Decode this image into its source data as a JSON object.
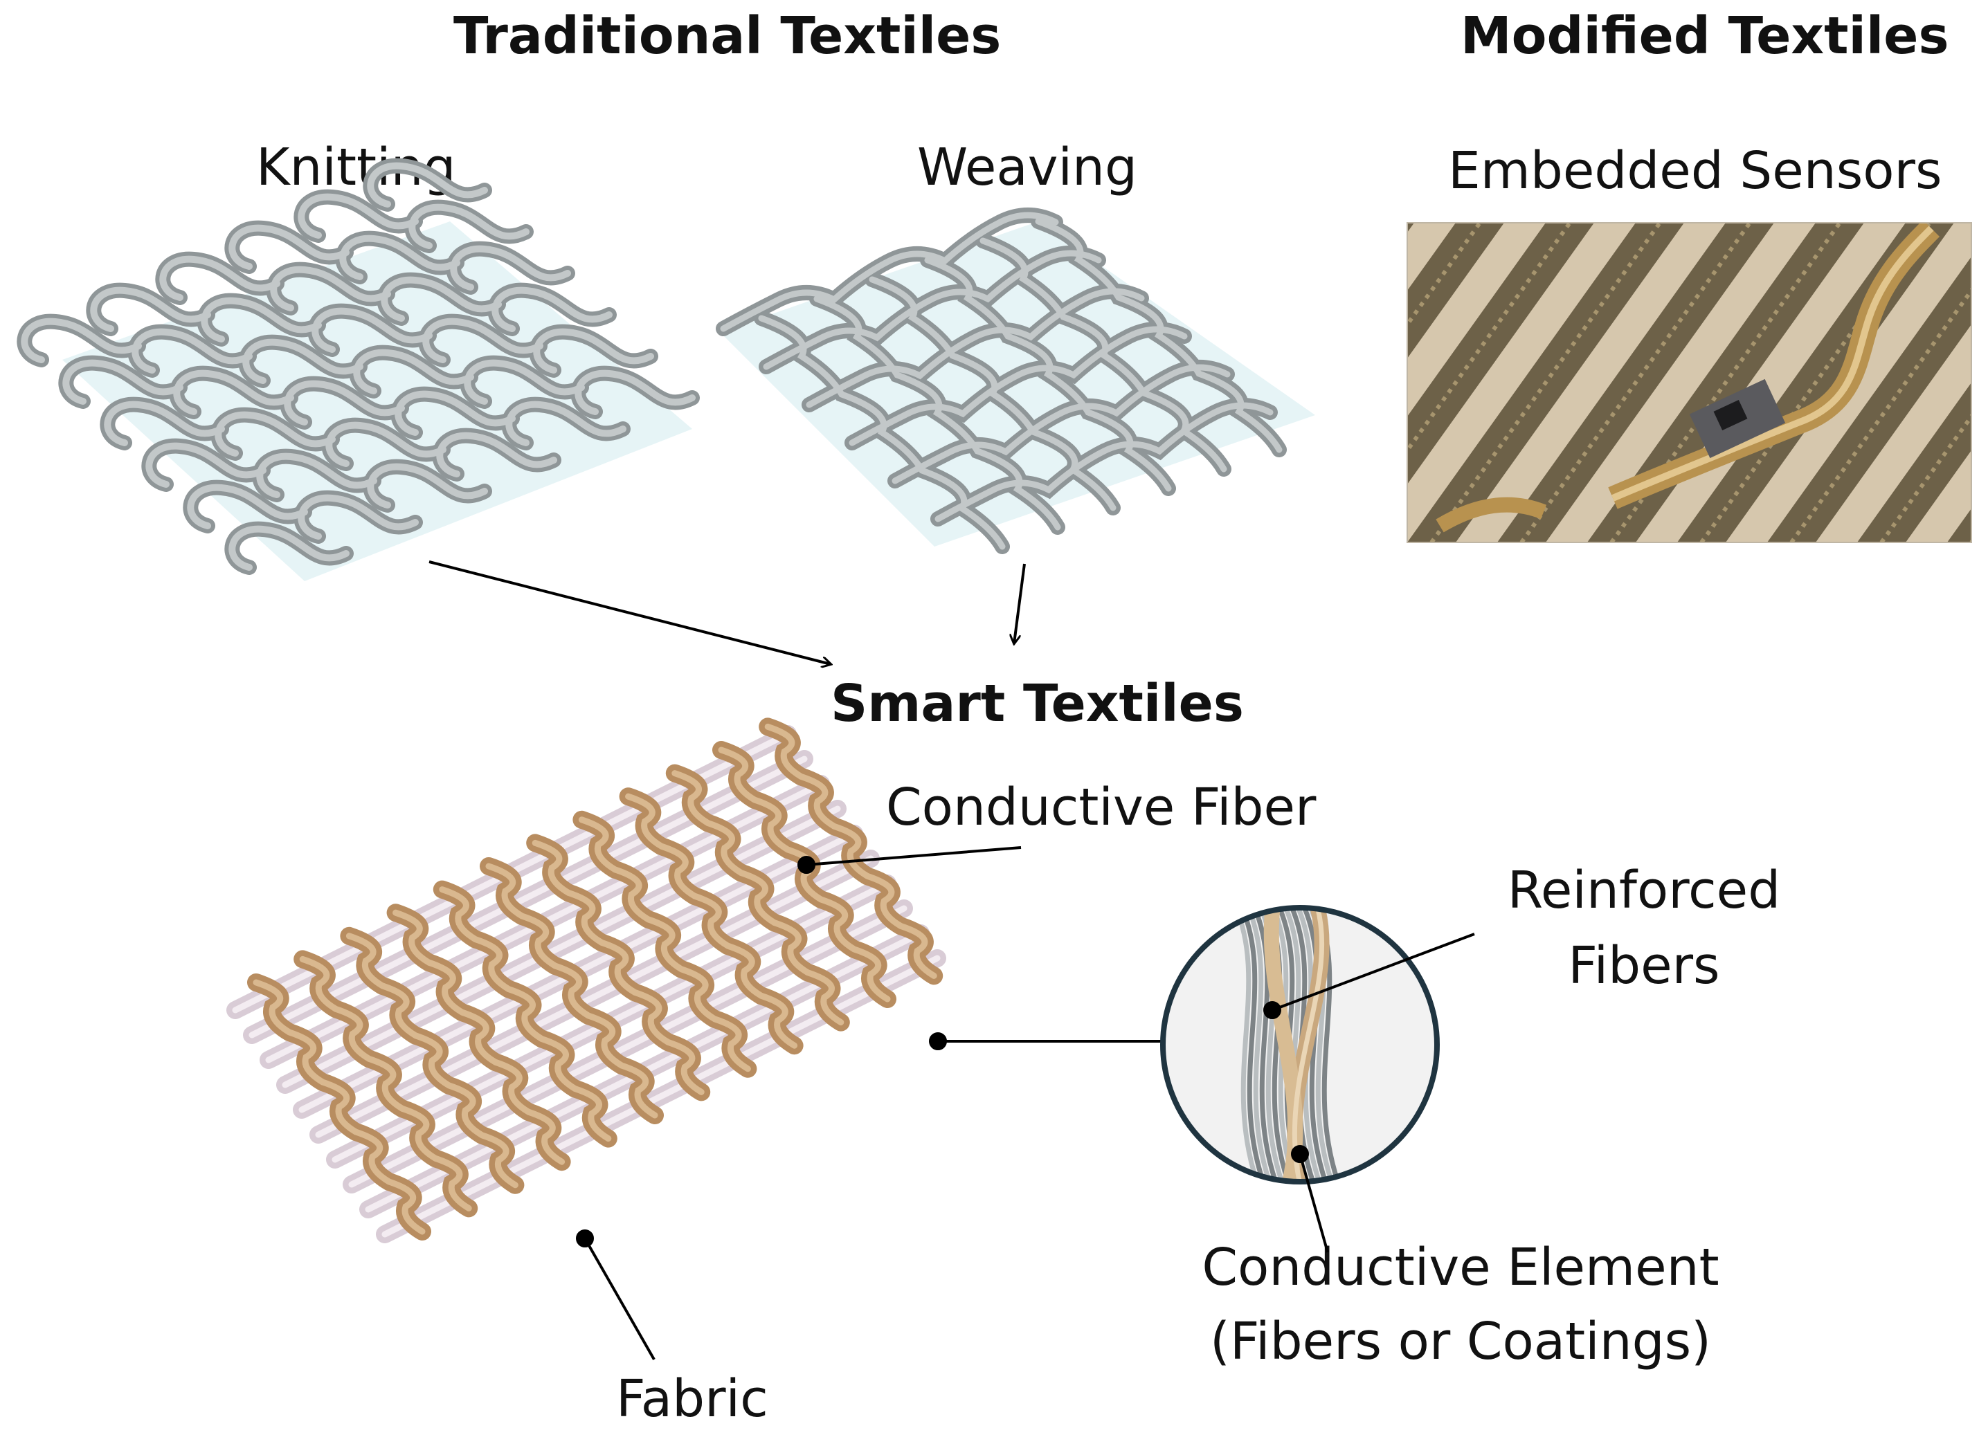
{
  "headings": {
    "traditional": "Traditional Textiles",
    "modified": "Modified Textiles",
    "smart": "Smart Textiles"
  },
  "panels": {
    "knitting": "Knitting",
    "weaving": "Weaving",
    "embedded": "Embedded Sensors"
  },
  "callouts": {
    "conductive_fiber": "Conductive Fiber",
    "reinforced_line1": "Reinforced",
    "reinforced_line2": "Fibers",
    "element_line1": "Conductive Element",
    "element_line2": "(Fibers or Coatings)",
    "fabric": "Fabric"
  },
  "colors": {
    "yarn_gray": "#a9afb0",
    "yarn_copper": "#c9a27a",
    "yarn_lilac": "#e8dce4",
    "sensor_dark": "#4b4330",
    "sensor_light": "#d9cbb2",
    "zoom_ring": "#1f3440"
  }
}
